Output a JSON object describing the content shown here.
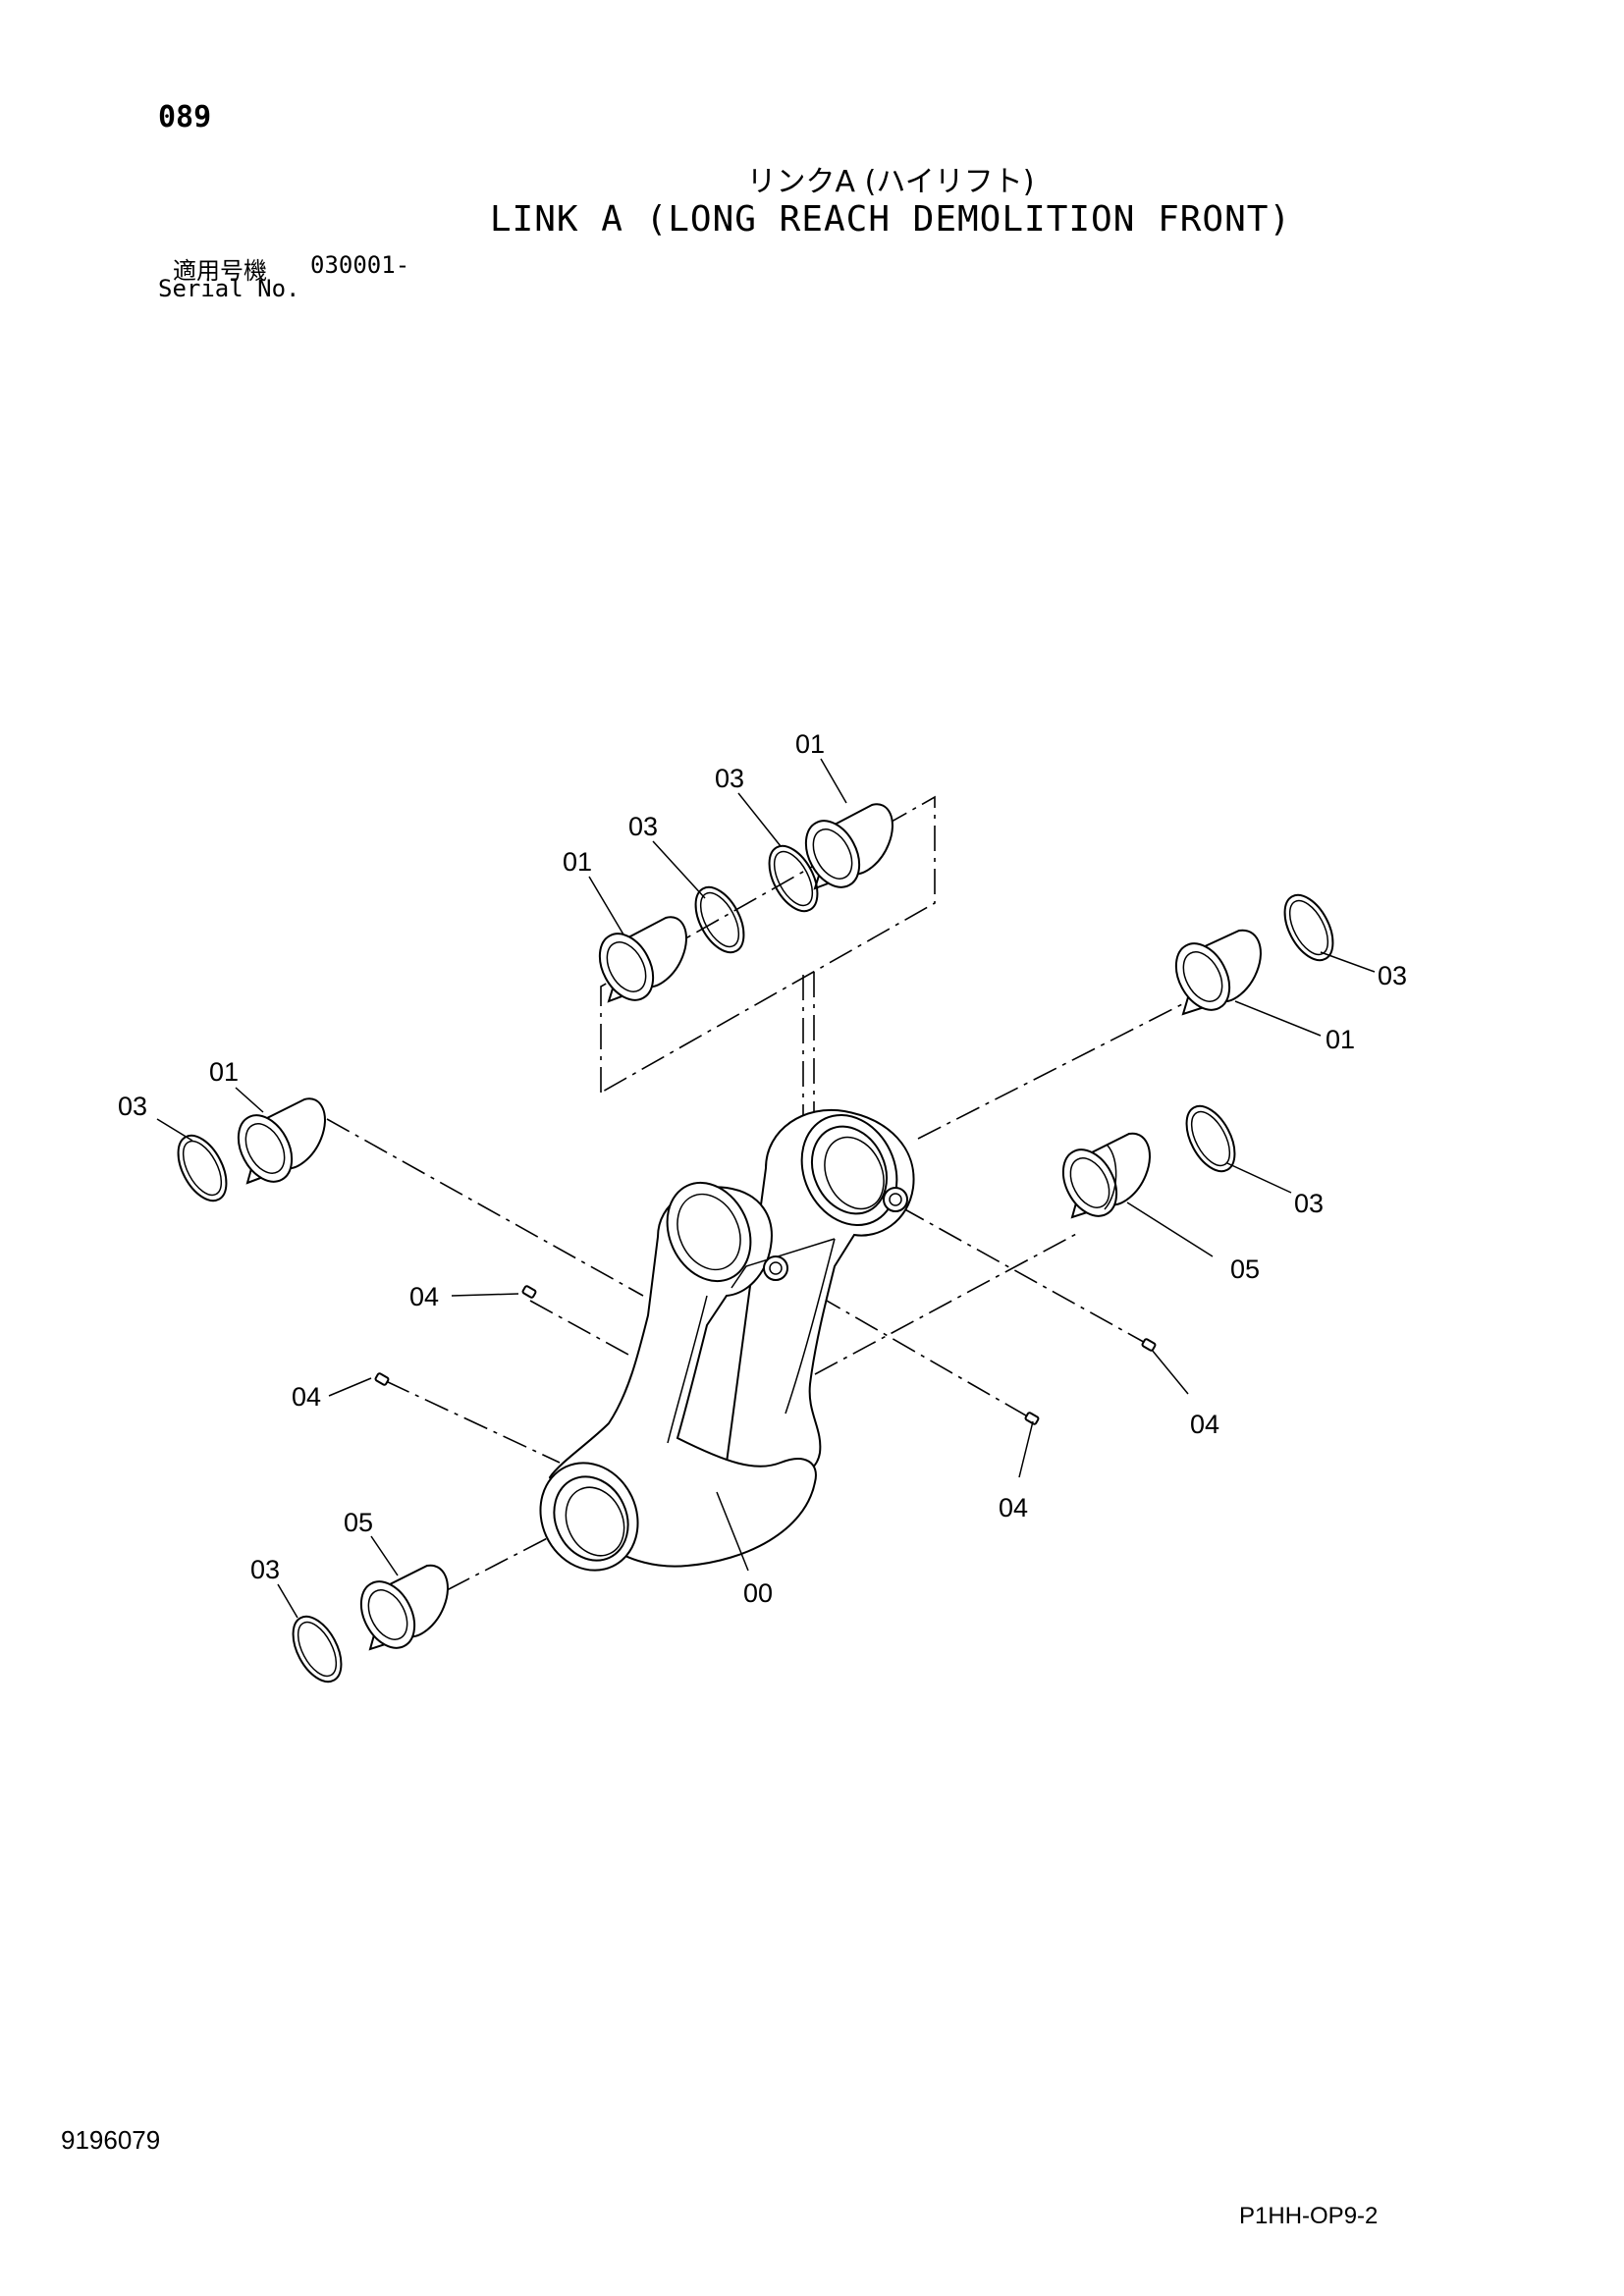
{
  "header": {
    "page_number": "089",
    "title_jp": "リンクA (ハイリフト)",
    "title_en": "LINK A (LONG REACH DEMOLITION FRONT)",
    "serial_label_jp": "適用号機",
    "serial_value": "030001-",
    "serial_label_en": "Serial No."
  },
  "footer": {
    "document_number": "9196079",
    "sheet_code": "P1HH-OP9-2"
  },
  "callouts": {
    "top_01_a": "01",
    "top_03_a": "03",
    "top_03_b": "03",
    "top_01_b": "01",
    "right_03_a": "03",
    "right_01": "01",
    "right_03_b": "03",
    "right_05": "05",
    "right_04": "04",
    "left_01": "01",
    "left_03": "03",
    "left_04_a": "04",
    "left_04_b": "04",
    "center_04": "04",
    "bottom_05": "05",
    "bottom_03": "03",
    "body_00": "00"
  },
  "icons": {
    "main_part": "link-arm-icon",
    "bushing": "bushing-icon",
    "shim_ring": "shim-ring-icon",
    "grease_fitting": "grease-fitting-icon"
  }
}
